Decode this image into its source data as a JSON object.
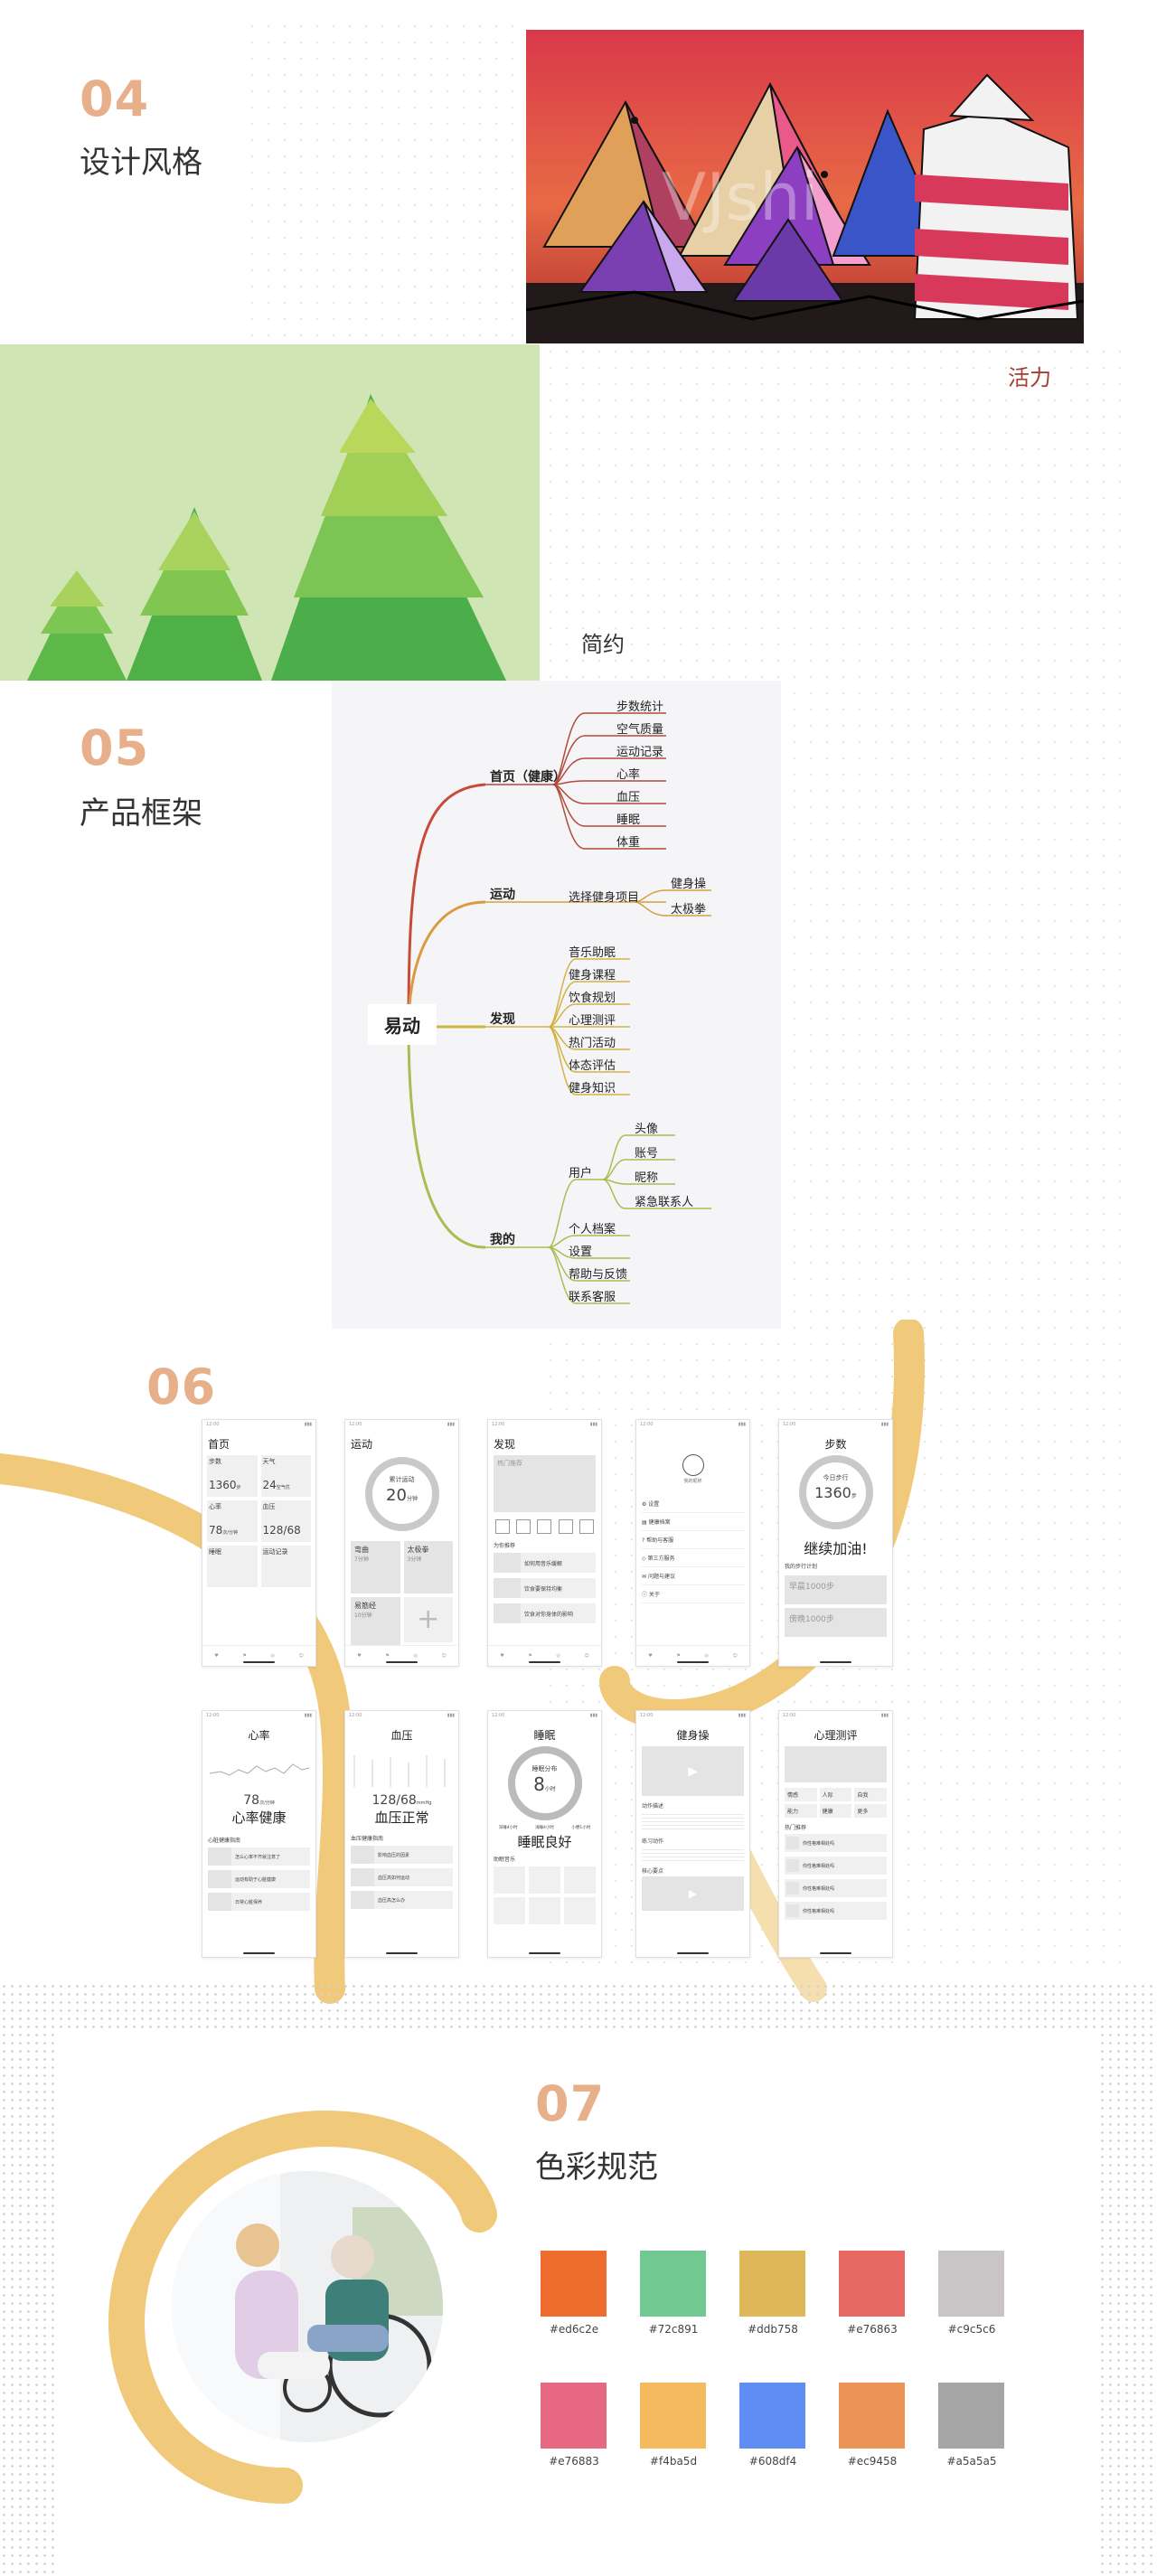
{
  "sections": {
    "s04": {
      "num": "04",
      "title": "设计风格",
      "label_vitality": "活力",
      "label_simple": "简约",
      "watermark": "VJshi"
    },
    "s05": {
      "num": "05",
      "title": "产品框架"
    },
    "s06": {
      "num": "06"
    },
    "s07": {
      "num": "07",
      "title": "色彩规范"
    }
  },
  "mindmap": {
    "root": "易动",
    "branches": [
      {
        "name": "首页（健康）",
        "children": [
          "步数统计",
          "空气质量",
          "运动记录",
          "心率",
          "血压",
          "睡眠",
          "体重"
        ]
      },
      {
        "name": "运动",
        "sub": "选择健身项目",
        "children": [
          "健身操",
          "太极拳"
        ]
      },
      {
        "name": "发现",
        "children": [
          "音乐助眠",
          "健身课程",
          "饮食规划",
          "心理测评",
          "热门活动",
          "体态评估",
          "健身知识"
        ]
      },
      {
        "name": "我的",
        "sub": "用户",
        "sub_children": [
          "头像",
          "账号",
          "昵称",
          "紧急联系人"
        ],
        "children": [
          "个人档案",
          "设置",
          "帮助与反馈",
          "联系客服"
        ]
      }
    ]
  },
  "wireframes": {
    "row1": [
      {
        "title": "首页",
        "cards": [
          {
            "label": "步数",
            "value": "1360",
            "unit": "步"
          },
          {
            "label": "天气",
            "value": "24",
            "unit": "空气优"
          },
          {
            "label": "心率",
            "value": "78",
            "unit": "次/分钟"
          },
          {
            "label": "血压",
            "value": "128/68",
            "unit": ""
          },
          {
            "label": "睡眠",
            "value": "",
            "unit": ""
          },
          {
            "label": "运动记录",
            "value": "",
            "unit": ""
          }
        ]
      },
      {
        "title": "运动",
        "ring_label": "累计运动",
        "ring_value": "20",
        "ring_unit": "分钟",
        "tiles": [
          {
            "label": "弯曲",
            "sub": "7分钟"
          },
          {
            "label": "太极拳",
            "sub": "3分钟"
          },
          {
            "label": "易筋经",
            "sub": "10分钟"
          }
        ]
      },
      {
        "title": "发现",
        "banner": "热门推荐",
        "section": "为你推荐",
        "items": [
          "如何用音乐缓解",
          "饮食要保持均衡",
          "饮食对你身体的影响"
        ]
      },
      {
        "title": "",
        "avatar_label": "我的昵称",
        "menu": [
          "设置",
          "健康档案",
          "帮助与客服",
          "第三方服务",
          "问题与建议",
          "关于"
        ]
      },
      {
        "title": "步数",
        "ring_label": "今日步行",
        "ring_value": "1360",
        "ring_unit": "步",
        "headline": "继续加油!",
        "section": "我的步行计划",
        "plans": [
          "早晨1000步",
          "傍晚1000步"
        ]
      }
    ],
    "row2": [
      {
        "title": "心率",
        "value": "78",
        "unit": "次/分钟",
        "headline": "心率健康",
        "section": "心脏健康指南",
        "items": [
          "怎么心率不齐就注意了",
          "运动有助于心脏健康",
          "日常心脏保养"
        ]
      },
      {
        "title": "血压",
        "value": "128/68",
        "unit": "mmHg",
        "headline": "血压正常",
        "section": "血压健康指南",
        "items": [
          "影响血压的因素",
          "血压高如何运动",
          "血压高怎么办"
        ]
      },
      {
        "title": "睡眠",
        "ring_label": "睡眠分布",
        "ring_value": "8",
        "ring_unit": "小时",
        "legend": [
          "深睡4小时",
          "浅睡4小时",
          "小憩1小时"
        ],
        "headline": "睡眠良好",
        "section": "助眠音乐"
      },
      {
        "title": "健身操",
        "section1": "动作描述",
        "section2": "练习动作",
        "section3": "核心要点"
      },
      {
        "title": "心理测评",
        "tags": [
          "情感",
          "人际",
          "自我",
          "能力",
          "健康",
          "更多"
        ],
        "section": "热门推荐",
        "items": [
          "你性格难相处吗",
          "你性格难相处吗",
          "你性格难相处吗",
          "你性格难相处吗"
        ]
      }
    ]
  },
  "palette": [
    {
      "hex": "#ed6c2e"
    },
    {
      "hex": "#72c891"
    },
    {
      "hex": "#ddb758"
    },
    {
      "hex": "#e76863"
    },
    {
      "hex": "#c9c5c6"
    },
    {
      "hex": "#e76883"
    },
    {
      "hex": "#f4ba5d"
    },
    {
      "hex": "#608df4"
    },
    {
      "hex": "#ec9458"
    },
    {
      "hex": "#a5a5a5"
    }
  ],
  "colors": {
    "accent_number": "#e8b08a",
    "vitality_label": "#a33d2f",
    "arc_yellow": "#f0c97a",
    "tree_bg": "#cfe6b4"
  }
}
